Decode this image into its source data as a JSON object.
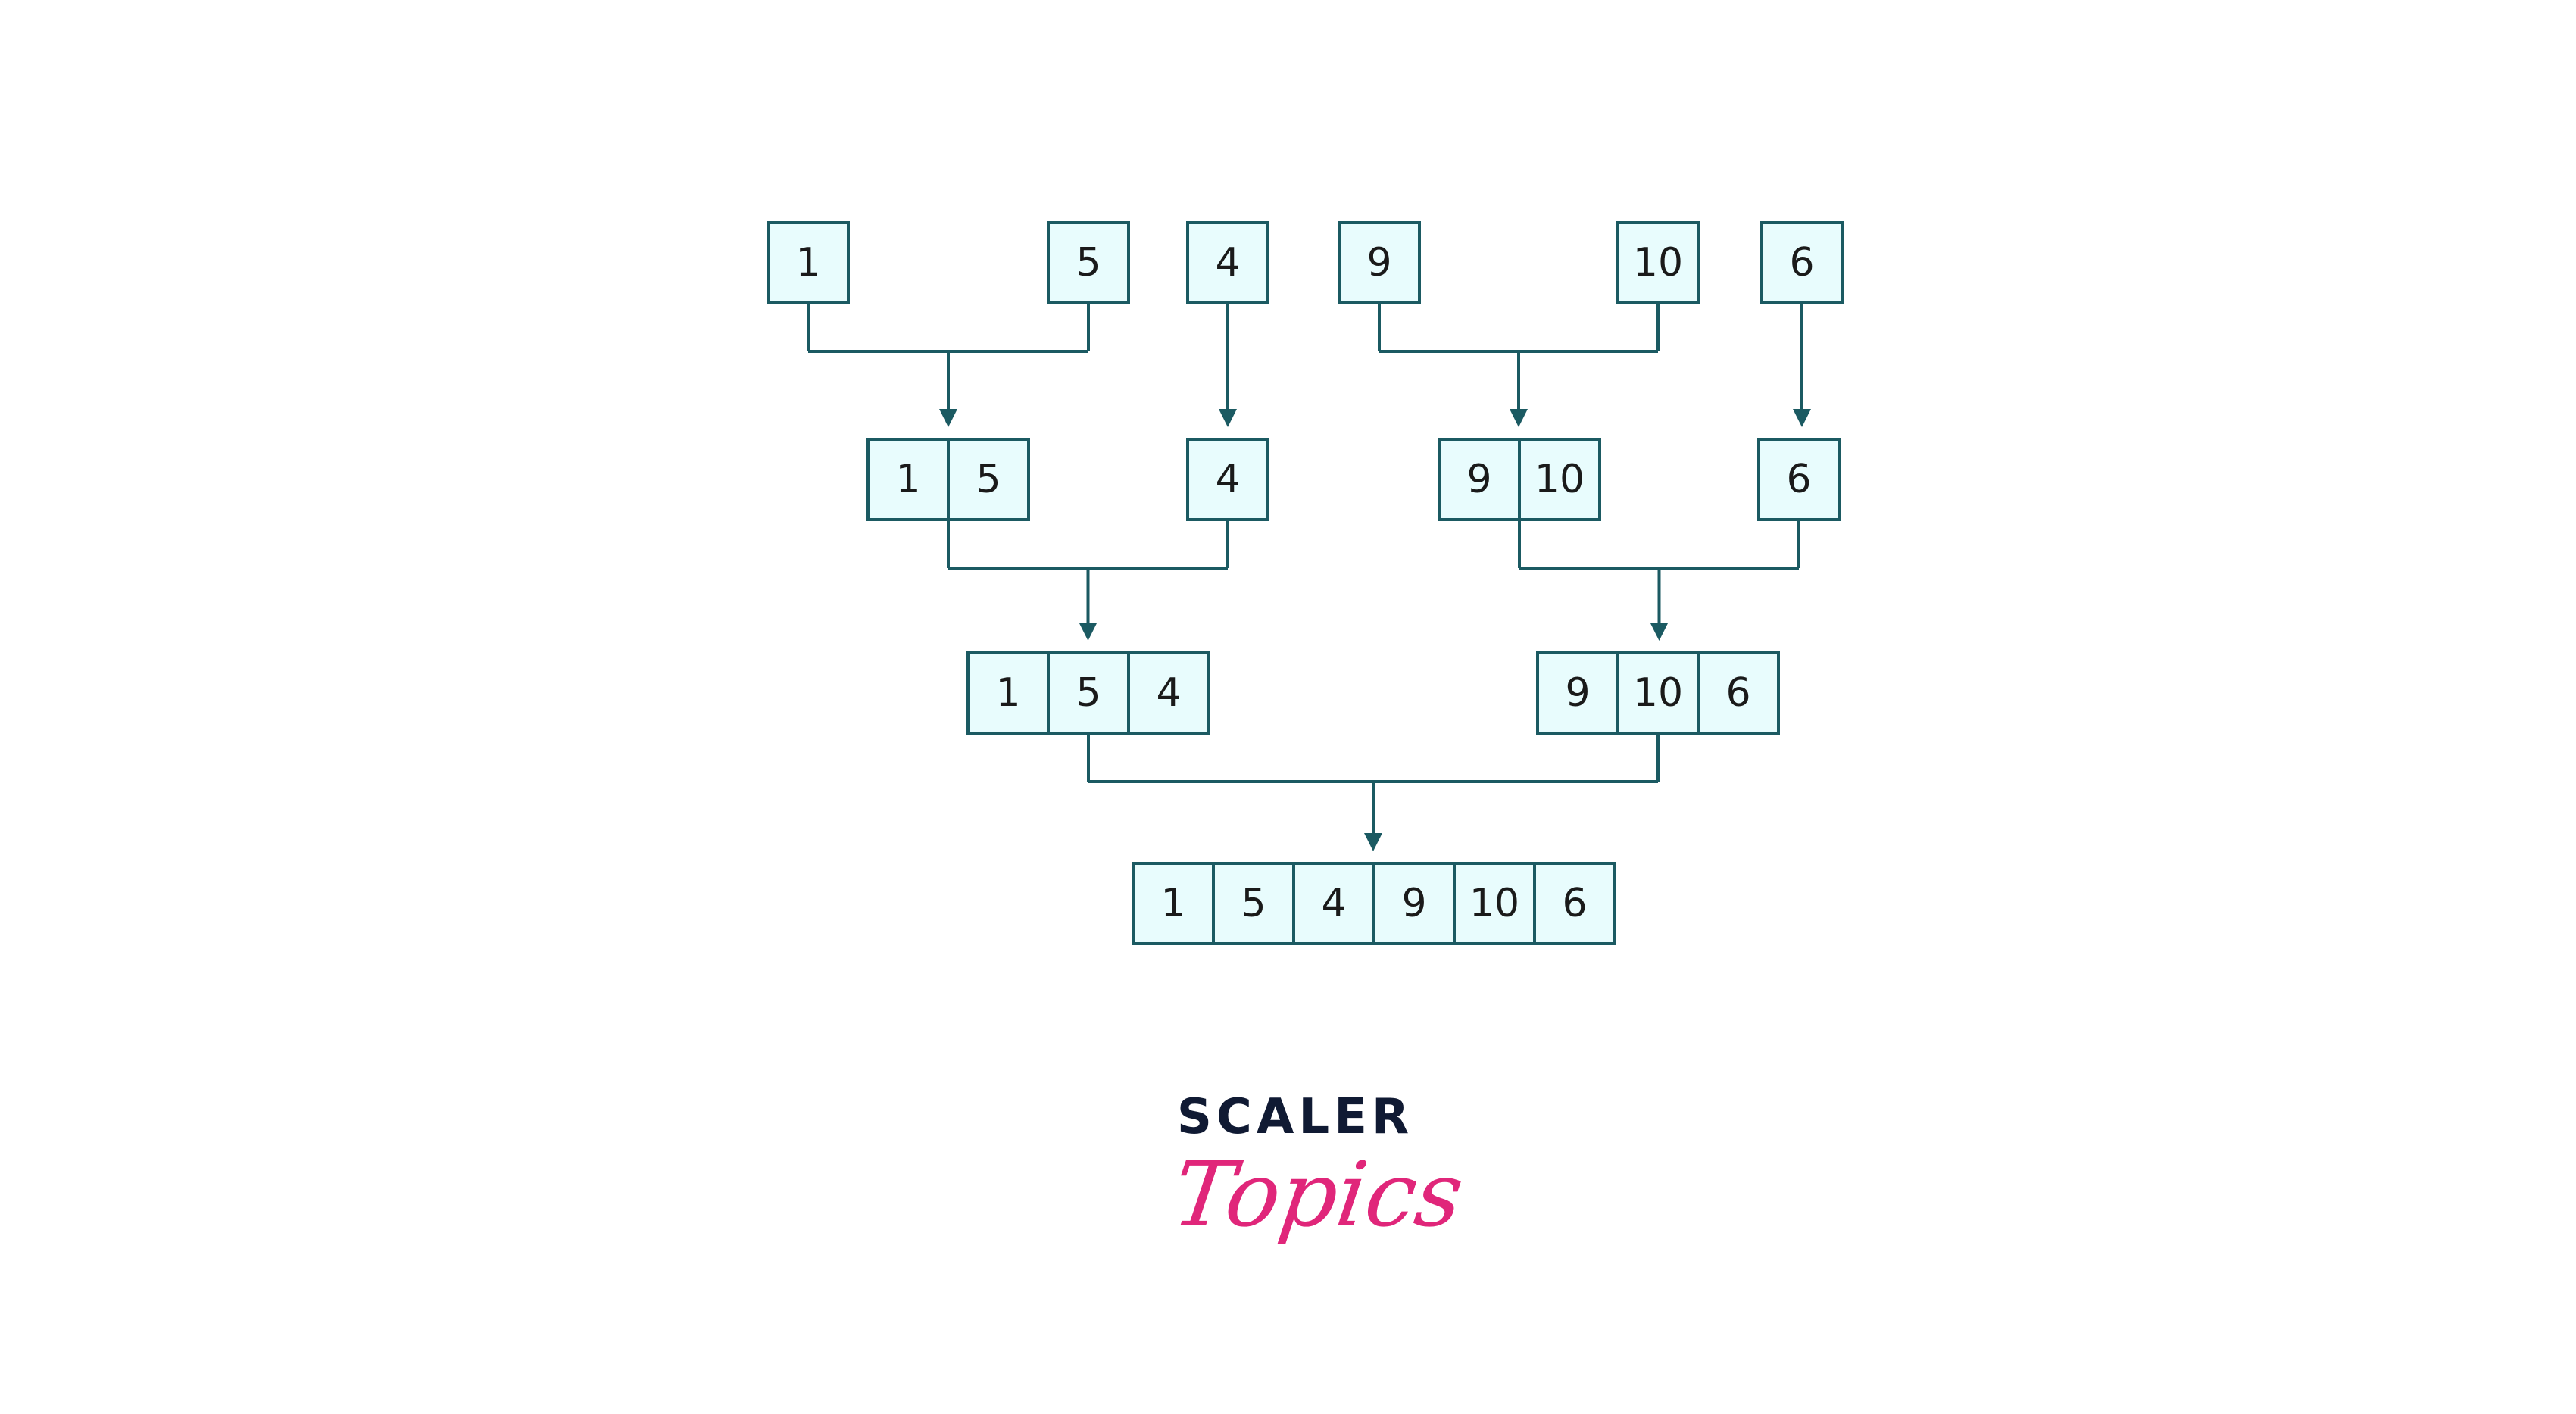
{
  "diagram": {
    "row1": {
      "arrays": [
        {
          "id": "a1",
          "values": [
            "1"
          ]
        },
        {
          "id": "a2",
          "values": [
            "5"
          ]
        },
        {
          "id": "a3",
          "values": [
            "4"
          ]
        },
        {
          "id": "a4",
          "values": [
            "9"
          ]
        },
        {
          "id": "a5",
          "values": [
            "10"
          ]
        },
        {
          "id": "a6",
          "values": [
            "6"
          ]
        }
      ]
    },
    "row2": {
      "arrays": [
        {
          "id": "b1",
          "values": [
            "1",
            "5"
          ]
        },
        {
          "id": "b2",
          "values": [
            "4"
          ]
        },
        {
          "id": "b3",
          "values": [
            "9",
            "10"
          ]
        },
        {
          "id": "b4",
          "values": [
            "6"
          ]
        }
      ]
    },
    "row3": {
      "arrays": [
        {
          "id": "c1",
          "values": [
            "1",
            "5",
            "4"
          ]
        },
        {
          "id": "c2",
          "values": [
            "9",
            "10",
            "6"
          ]
        }
      ]
    },
    "row4": {
      "arrays": [
        {
          "id": "d1",
          "values": [
            "1",
            "5",
            "4",
            "9",
            "10",
            "6"
          ]
        }
      ]
    },
    "merges": [
      {
        "from": [
          "a1",
          "a2"
        ],
        "to": "b1"
      },
      {
        "from": [
          "a3"
        ],
        "to": "b2"
      },
      {
        "from": [
          "a4",
          "a5"
        ],
        "to": "b3"
      },
      {
        "from": [
          "a6"
        ],
        "to": "b4"
      },
      {
        "from": [
          "b1",
          "b2"
        ],
        "to": "c1"
      },
      {
        "from": [
          "b3",
          "b4"
        ],
        "to": "c2"
      },
      {
        "from": [
          "c1",
          "c2"
        ],
        "to": "d1"
      }
    ]
  },
  "colors": {
    "cell_fill": "#e8fcfd",
    "cell_stroke": "#1b5a62",
    "brand_dark": "#101a33",
    "brand_pink": "#e0267a"
  },
  "logo": {
    "wordmark": "SCALER",
    "script": "Topics"
  }
}
